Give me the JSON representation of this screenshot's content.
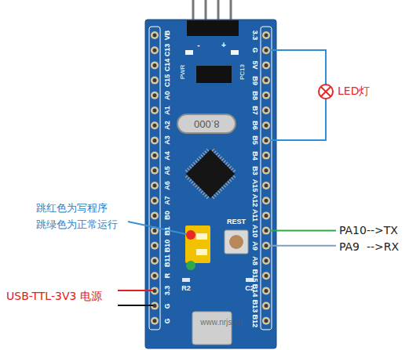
{
  "diagram": {
    "nodes": [
      {
        "text": [
          "8.000"
        ]
      }
    ],
    "labels": [
      "VB",
      "C13",
      "C14",
      "C15",
      "A0",
      "A1",
      "A2",
      "A3",
      "A4",
      "A5",
      "A6",
      "A7",
      "B0",
      "B1",
      "B10",
      "B11",
      "R",
      "3.3",
      "G",
      "G",
      "3.3",
      "G",
      "5V",
      "B9",
      "B8",
      "B7",
      "B6",
      "B5",
      "B4",
      "B3",
      "A15",
      "A12",
      "A11",
      "A10",
      "A9",
      "A8",
      "B15",
      "B14",
      "B13",
      "B12",
      "-",
      "+",
      "PWR",
      "PC13",
      "REST",
      "R2",
      "C2",
      "www.nrjs.cn",
      "LED灯",
      "跳红色为写程序",
      "跳绿色为正常运行",
      "PA10-->TX",
      "PA9  -->RX",
      "USB-TTL-3V3 电源"
    ]
  }
}
